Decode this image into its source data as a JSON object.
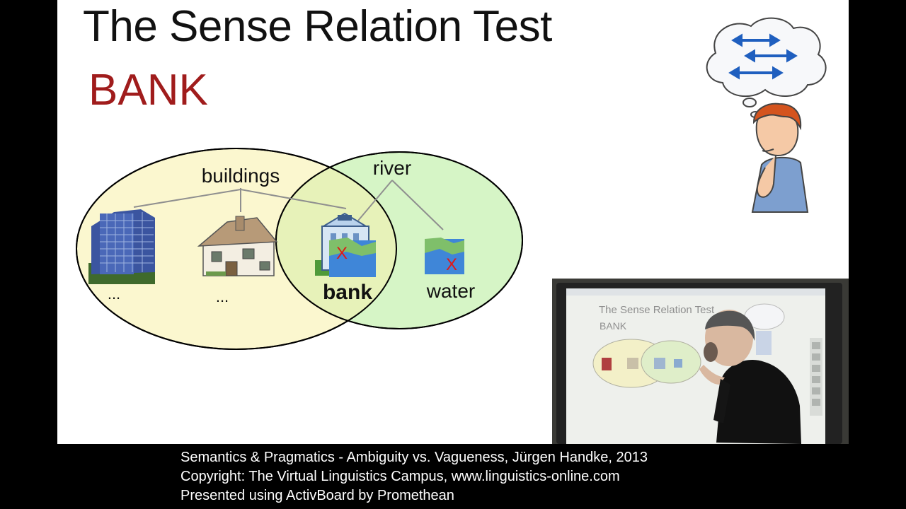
{
  "slide": {
    "title": "The Sense Relation Test",
    "subtitle": "BANK"
  },
  "venn": {
    "left_set_label": "buildings",
    "right_set_label": "river",
    "items": [
      {
        "label": "...",
        "icon": "apartment-building-icon"
      },
      {
        "label": "...",
        "icon": "house-icon"
      },
      {
        "label": "bank",
        "icon": "bank-building-icon",
        "marker": "X"
      },
      {
        "label": "water",
        "icon": "river-water-icon",
        "marker": "X"
      }
    ],
    "colors": {
      "left_set": "#fbf7cf",
      "right_set": "#d6f5c6",
      "overlap": "#e7f2b9",
      "outline": "#000000",
      "connector": "#888888",
      "marker": "#e01818",
      "subtitle": "#a01c1c"
    }
  },
  "thinker": {
    "icon": "thinking-boy-icon",
    "bubble_icon": "arrows-icon"
  },
  "video_inset": {
    "board_title": "The Sense Relation Test",
    "board_subtitle": "BANK",
    "presenter_icon": "presenter-figure"
  },
  "caption": {
    "line1": "Semantics & Pragmatics - Ambiguity vs. Vagueness, Jürgen Handke, 2013",
    "line2": "Copyright: The Virtual Linguistics Campus, www.linguistics-online.com",
    "line3": "Presented using ActivBoard by Promethean"
  }
}
